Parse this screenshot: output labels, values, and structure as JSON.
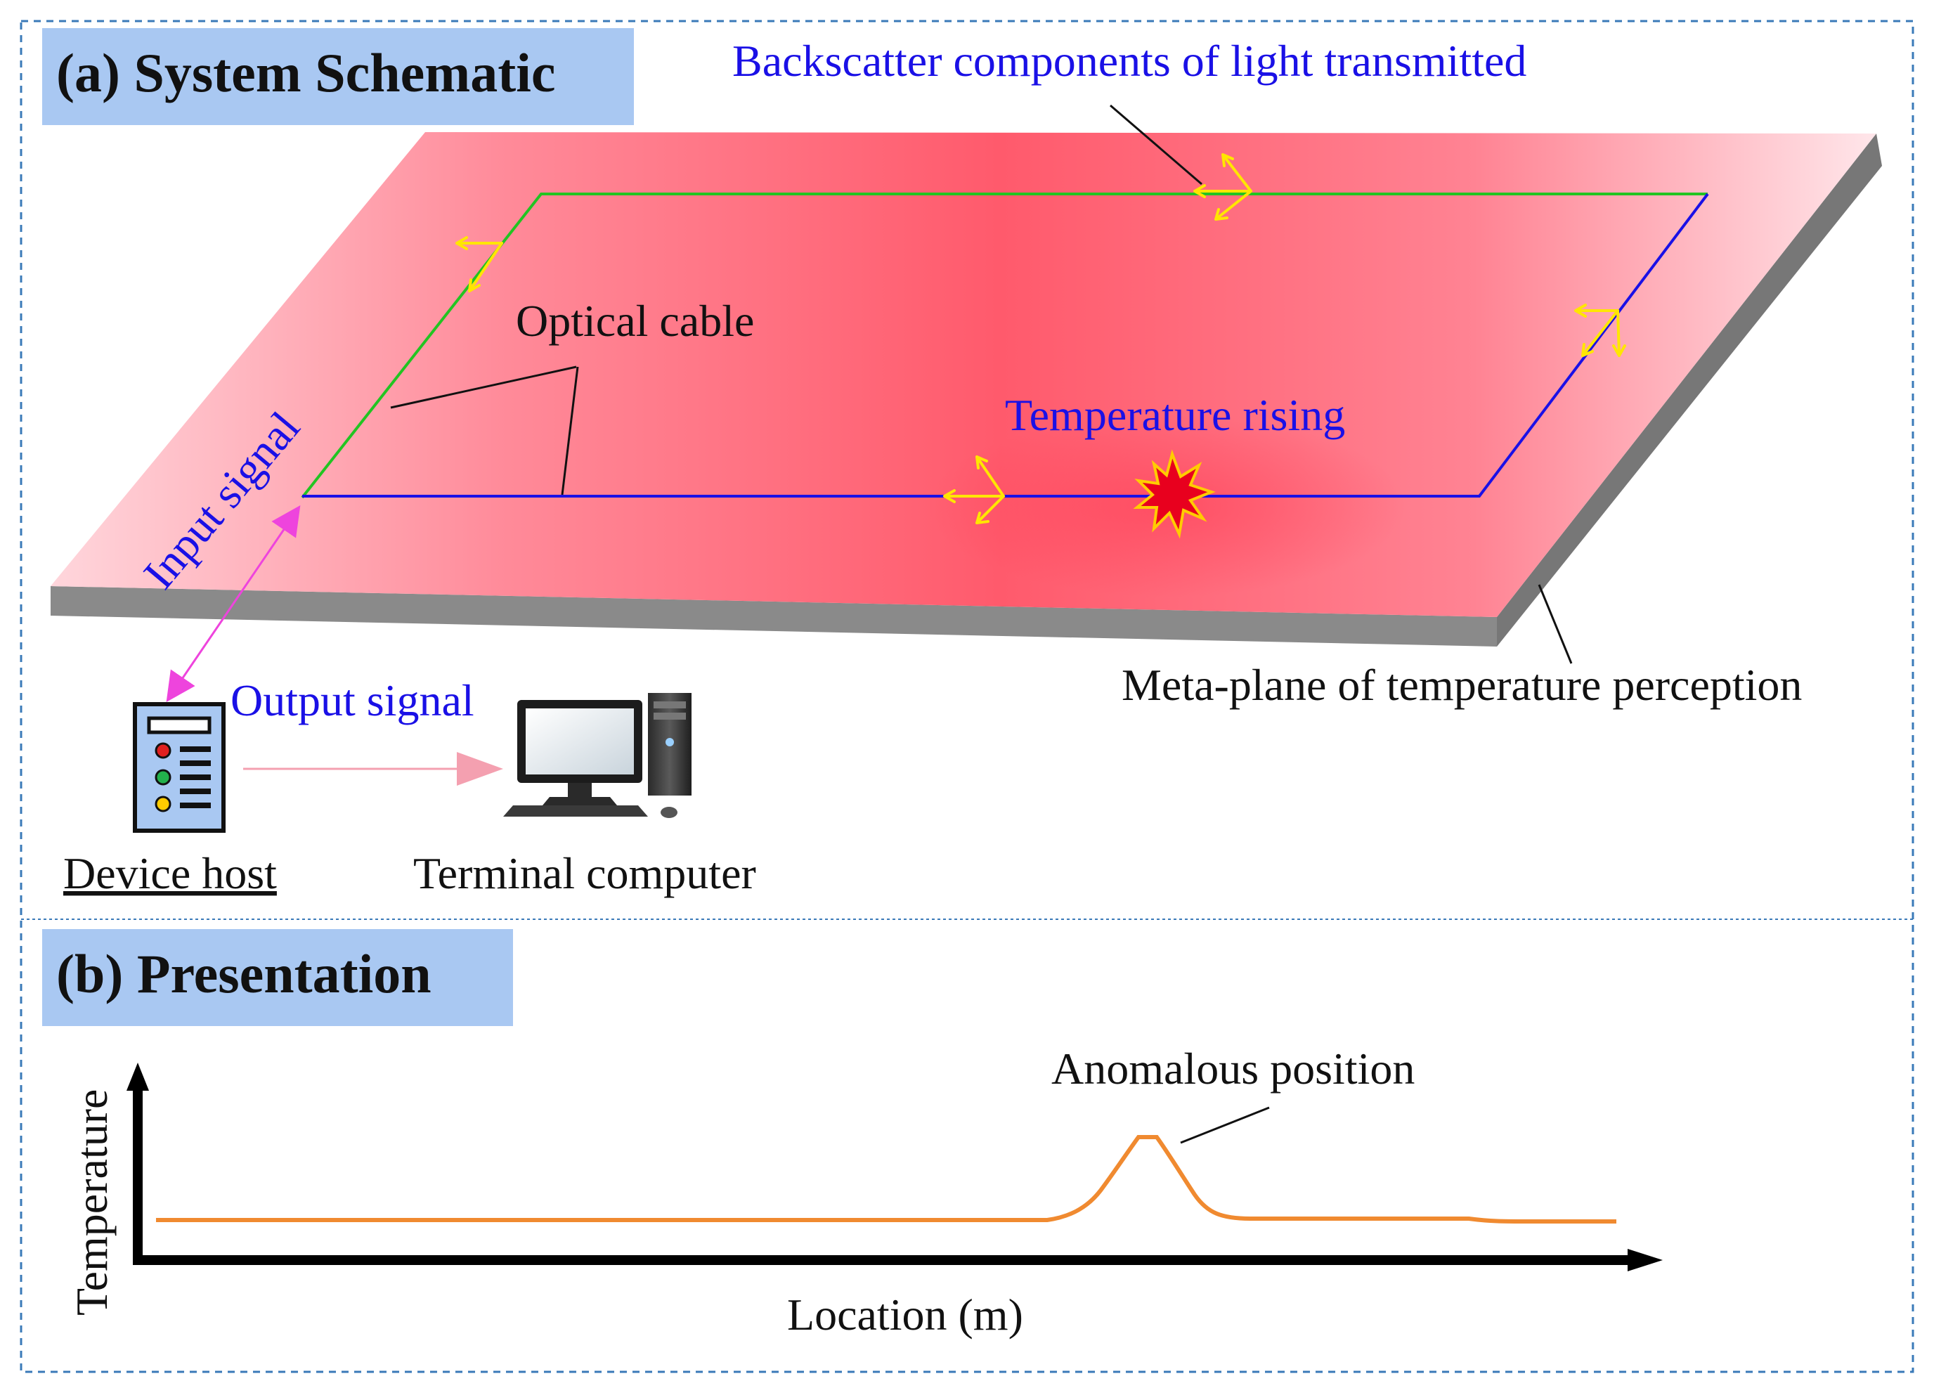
{
  "panel_a": {
    "title": "(a) System Schematic",
    "backscatter_label": "Backscatter components of light transmitted",
    "optical_cable_label": "Optical cable",
    "input_signal_label": "Input signal",
    "temperature_rising_label": "Temperature rising",
    "meta_plane_label": "Meta-plane of temperature perception",
    "output_signal_label": "Output signal",
    "device_host_label": "Device host",
    "terminal_computer_label": "Terminal computer"
  },
  "panel_b": {
    "title": "(b) Presentation",
    "y_axis_label": "Temperature",
    "x_axis_label": "Location (m)",
    "anomaly_label": "Anomalous position"
  },
  "colors": {
    "header_fill": "#a9c8f2",
    "plane_center": "#ff5a6c",
    "plane_edge": "#ffd6dc",
    "plane_side": "#8a8a8a",
    "cable_green": "#22c422",
    "cable_blue": "#1a10e6",
    "arrow_yellow": "#ffe600",
    "signal_magenta": "#ee44dd",
    "output_arrow": "#f4a0b0",
    "curve_orange": "#f08a30",
    "label_blue": "#1a10e6",
    "frame_dash": "#3a7ab8"
  },
  "icons": {
    "device_host": "device-host-icon",
    "terminal_computer": "desktop-computer-icon",
    "hotspot": "starburst-icon",
    "scatter_arrow": "scatter-arrow-icon"
  }
}
